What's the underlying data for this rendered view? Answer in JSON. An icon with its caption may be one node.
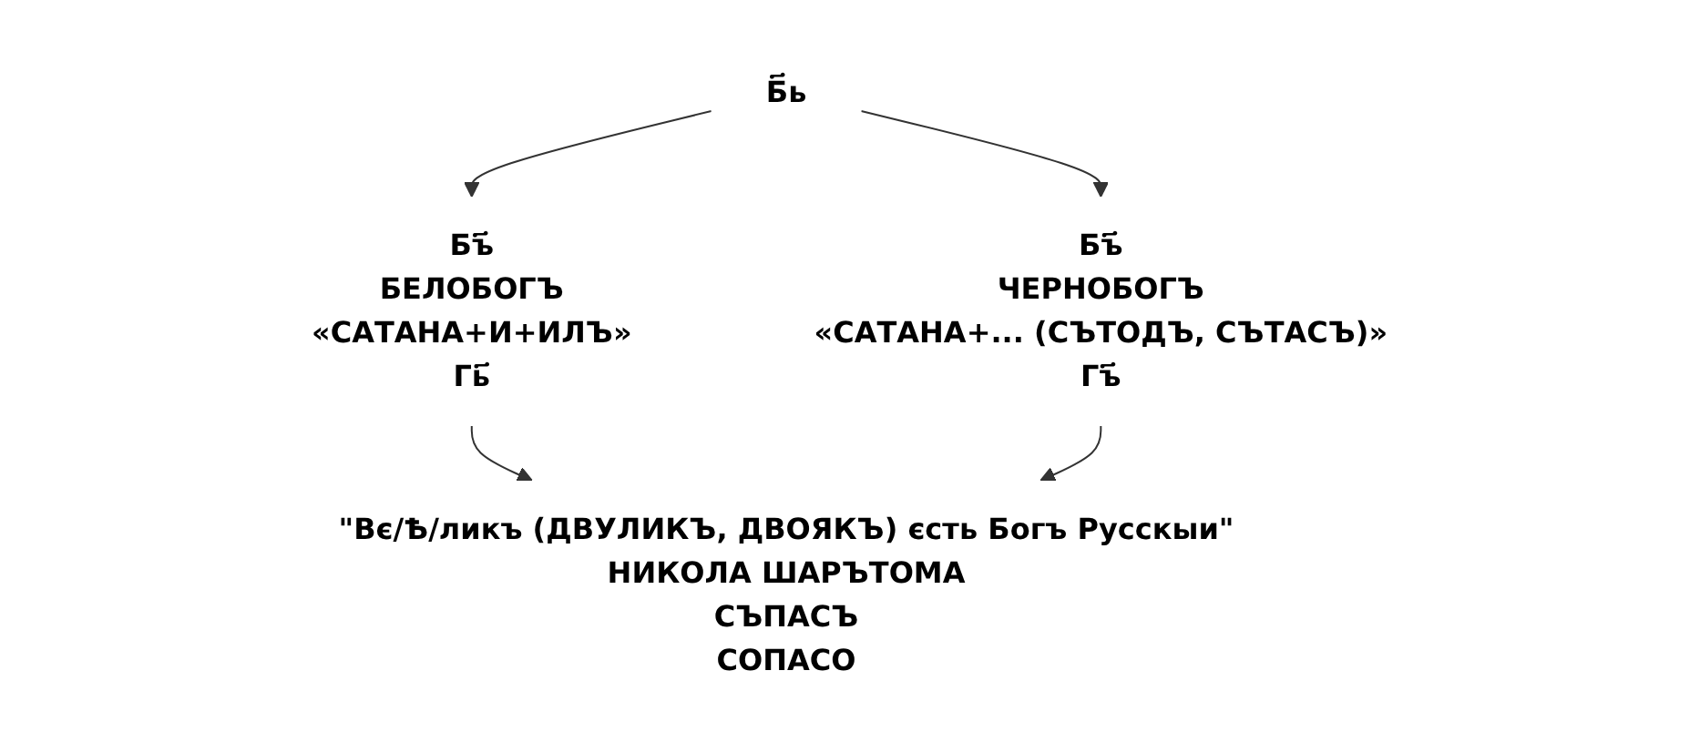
{
  "diagram": {
    "nodes": [
      {
        "text": [
          "Б҃ь"
        ]
      },
      {
        "text": [
          "Бъ҃",
          "БЕЛОБОГЪ",
          "«САТАНА+И+ИЛЪ»",
          "Гь҃"
        ]
      },
      {
        "text": [
          "Бъ҃",
          "ЧЕРНОБОГЪ",
          "«САТАНА+... (СЪТОДЪ, СЪТАСЪ)»",
          "Гъ҃"
        ]
      },
      {
        "text": [
          "\"Вє/Ѣ/ликъ (ДВУЛИКЪ, ДВОЯКЪ) єсть Богъ Русскыи\"",
          "НИКОЛА ШАРЪТОМА",
          "СЪПАСЪ",
          "СОПАСО"
        ]
      }
    ],
    "edges": [
      {
        "from": 0,
        "to": 1,
        "arrow": "to"
      },
      {
        "from": 0,
        "to": 2,
        "arrow": "to"
      },
      {
        "from": 1,
        "to": 3,
        "arrow": "to"
      },
      {
        "from": 2,
        "to": 3,
        "arrow": "to"
      }
    ]
  }
}
